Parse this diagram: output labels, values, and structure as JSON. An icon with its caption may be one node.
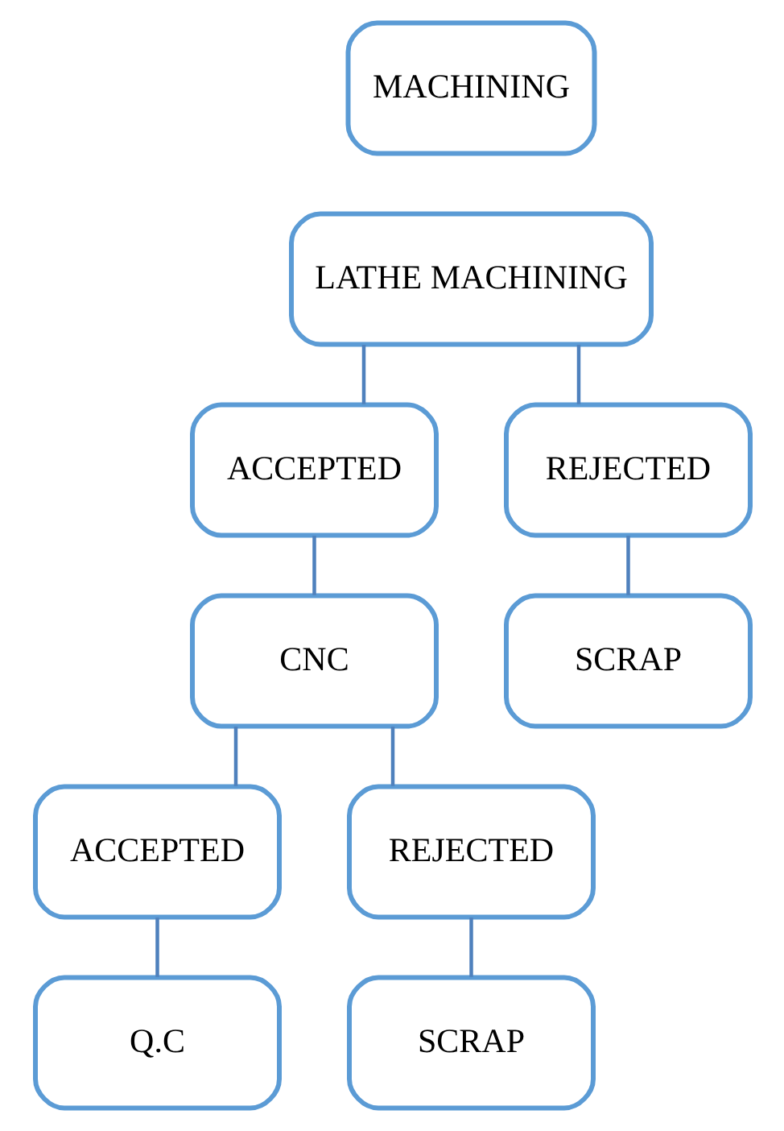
{
  "diagram": {
    "nodes": [
      {
        "text": [
          "MACHINING"
        ]
      },
      {
        "text": [
          "LATHE MACHINING"
        ]
      },
      {
        "text": [
          "ACCEPTED"
        ]
      },
      {
        "text": [
          "REJECTED"
        ]
      },
      {
        "text": [
          "CNC"
        ]
      },
      {
        "text": [
          "SCRAP"
        ]
      },
      {
        "text": [
          "ACCEPTED"
        ]
      },
      {
        "text": [
          "REJECTED"
        ]
      },
      {
        "text": [
          "Q.C"
        ]
      },
      {
        "text": [
          "SCRAP"
        ]
      }
    ],
    "edges": [
      {
        "from": 1,
        "to": 2,
        "arrow": "none"
      },
      {
        "from": 1,
        "to": 3,
        "arrow": "none"
      },
      {
        "from": 2,
        "to": 4,
        "arrow": "none"
      },
      {
        "from": 3,
        "to": 5,
        "arrow": "none"
      },
      {
        "from": 4,
        "to": 6,
        "arrow": "none"
      },
      {
        "from": 4,
        "to": 7,
        "arrow": "none"
      },
      {
        "from": 6,
        "to": 8,
        "arrow": "none"
      },
      {
        "from": 7,
        "to": 9,
        "arrow": "none"
      }
    ]
  }
}
